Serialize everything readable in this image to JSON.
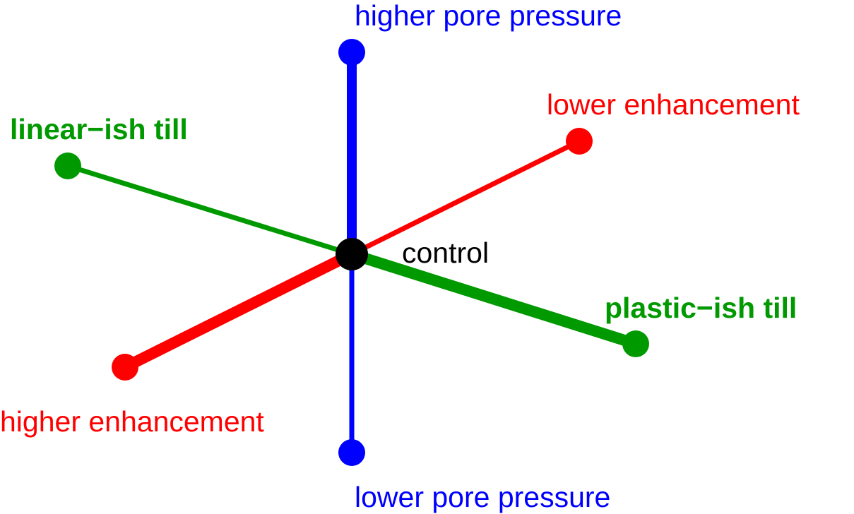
{
  "center": {
    "label": "control",
    "color": "#000000"
  },
  "axes": {
    "pore_pressure": {
      "color": "#0000ff",
      "high_end_label": "higher pore pressure",
      "low_end_label": "lower pore pressure"
    },
    "enhancement": {
      "color": "#ff0000",
      "low_end_label": "lower enhancement",
      "high_end_label": "higher enhancement"
    },
    "till": {
      "color": "#009900",
      "linear_end_label": "linear−ish till",
      "plastic_end_label": "plastic−ish till"
    }
  }
}
